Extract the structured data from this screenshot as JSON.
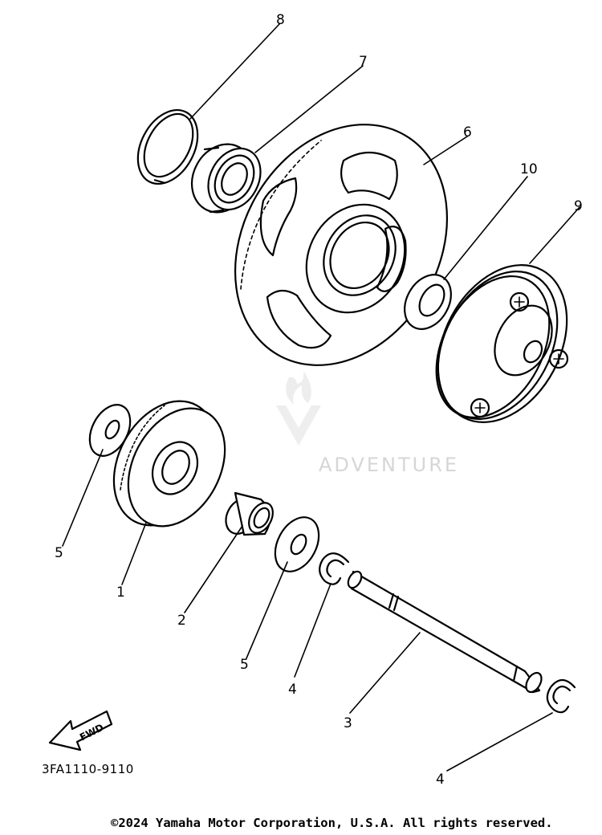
{
  "diagram": {
    "callouts": {
      "c1": "1",
      "c2": "2",
      "c3": "3",
      "c4a": "4",
      "c4b": "4",
      "c5a": "5",
      "c5b": "5",
      "c6": "6",
      "c7": "7",
      "c8": "8",
      "c9": "9",
      "c10": "10"
    },
    "fwd_label": "FWD",
    "part_code": "3FA1110-9110",
    "watermark": "ADVENTURE"
  },
  "footer": {
    "copyright": "©2024 Yamaha Motor Corporation, U.S.A. All rights reserved."
  }
}
